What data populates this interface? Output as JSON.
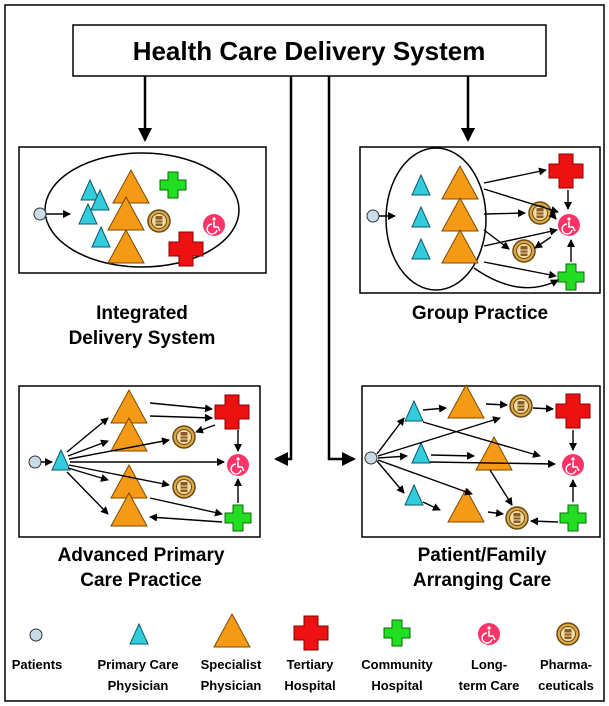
{
  "title": "Health Care Delivery System",
  "panels": {
    "integrated": {
      "label_line1": "Integrated",
      "label_line2": "Delivery  System"
    },
    "group": {
      "label_line1": "Group Practice"
    },
    "advanced": {
      "label_line1": "Advanced Primary",
      "label_line2": "Care Practice"
    },
    "patient_family": {
      "label_line1": "Patient/Family",
      "label_line2": "Arranging Care"
    }
  },
  "legend": [
    {
      "icon": "patient-circle-icon",
      "line1": "Patients",
      "line2": ""
    },
    {
      "icon": "primary-care-triangle-icon",
      "line1": "Primary Care",
      "line2": "Physician"
    },
    {
      "icon": "specialist-triangle-icon",
      "line1": "Specialist",
      "line2": "Physician"
    },
    {
      "icon": "tertiary-cross-icon",
      "line1": "Tertiary",
      "line2": "Hospital"
    },
    {
      "icon": "community-cross-icon",
      "line1": "Community",
      "line2": "Hospital"
    },
    {
      "icon": "wheelchair-icon",
      "line1": "Long-",
      "line2": "term Care"
    },
    {
      "icon": "pharmacy-jar-icon",
      "line1": "Pharma-",
      "line2": "ceuticals"
    }
  ],
  "colors": {
    "patient": "#c8dde8",
    "primary_care": "#33ccdd",
    "specialist": "#f59a16",
    "tertiary": "#ee1111",
    "community": "#22dd22",
    "long_term_care": "#ff3366",
    "pharmacy": "#d9a84a"
  }
}
